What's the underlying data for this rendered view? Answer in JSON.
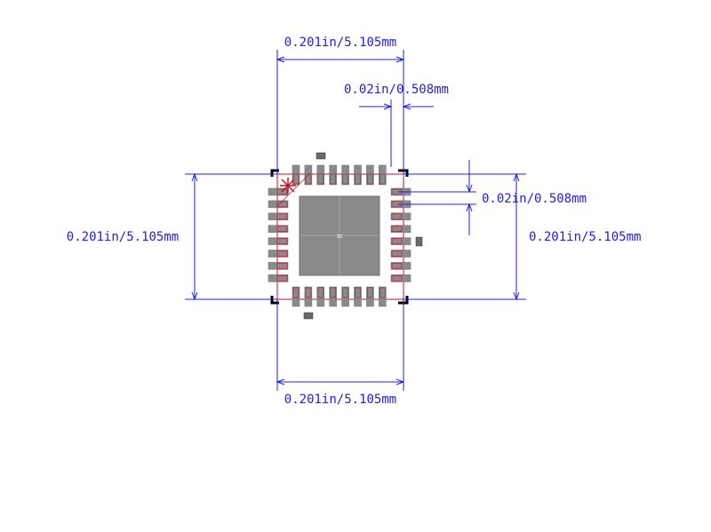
{
  "dimensions": {
    "top_width": "0.201in/5.105mm",
    "pitch_top": "0.02in/0.508mm",
    "pitch_right": "0.02in/0.508mm",
    "left_height": "0.201in/5.105mm",
    "right_height": "0.201in/5.105mm",
    "bottom_width": "0.201in/5.105mm"
  },
  "pad_label": "33",
  "colors": {
    "dimension": "#2020e0",
    "pad": "#8a8a8a",
    "outline": "#c0102a",
    "corner": "#000000"
  }
}
